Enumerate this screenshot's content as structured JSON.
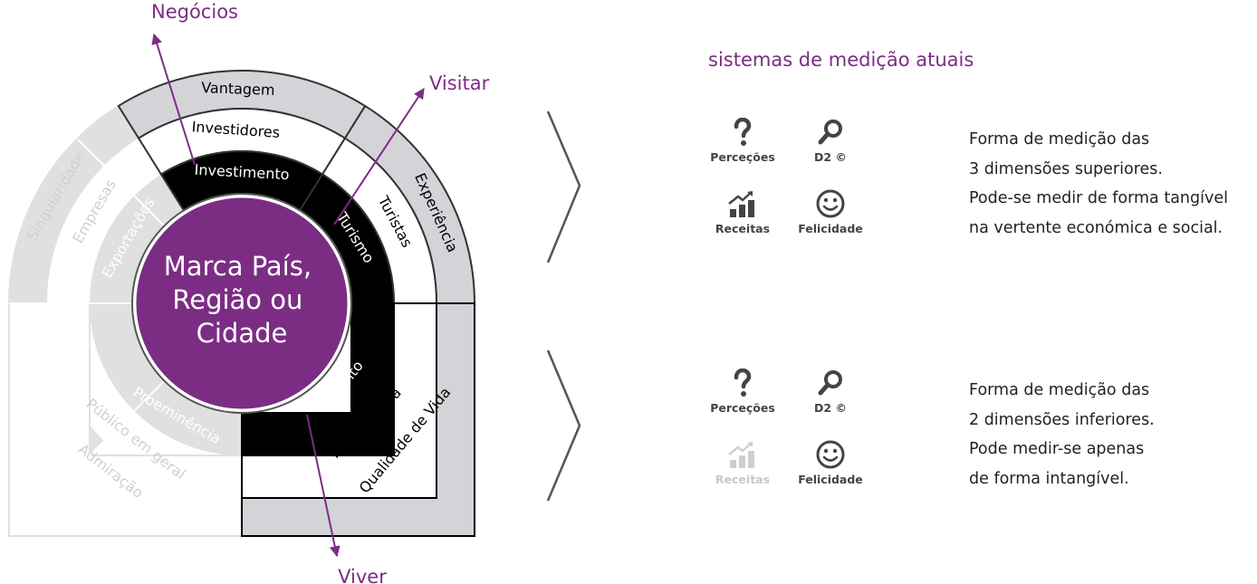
{
  "diagram": {
    "axes": {
      "top": "Negócios",
      "right": "Visitar",
      "bottom": "Viver"
    },
    "center": [
      "Marca País,",
      "Região ou",
      "Cidade"
    ],
    "segments": {
      "inner": [
        "Investimento",
        "Turismo",
        "Talento",
        "Proeminência",
        "Exportações"
      ],
      "middle": [
        "Investidores",
        "Turistas",
        "Mão de Obra",
        "Público em geral",
        "Empresas"
      ],
      "outer": [
        "Vantagem",
        "Experiência",
        "Qualidade de Vida",
        "Admiração",
        "Singularidade"
      ]
    },
    "colors": {
      "purple": "#7b2d84",
      "black": "#000000",
      "grey_fill": "#d3d3d8",
      "faded": "#e0e0e0"
    }
  },
  "panel": {
    "title": "sistemas de medição atuais",
    "groups": [
      {
        "metrics": [
          {
            "label": "Perceções",
            "icon": "question-icon",
            "enabled": true
          },
          {
            "label": "D2 ©",
            "icon": "magnifier-icon",
            "enabled": true
          },
          {
            "label": "Receitas",
            "icon": "bar-chart-growth-icon",
            "enabled": true
          },
          {
            "label": "Felicidade",
            "icon": "smiley-icon",
            "enabled": true
          }
        ],
        "description": [
          "Forma de medição das",
          "3 dimensões superiores.",
          "Pode-se medir de forma tangível",
          "na vertente económica e social."
        ]
      },
      {
        "metrics": [
          {
            "label": "Perceções",
            "icon": "question-icon",
            "enabled": true
          },
          {
            "label": "D2 ©",
            "icon": "magnifier-icon",
            "enabled": true
          },
          {
            "label": "Receitas",
            "icon": "bar-chart-growth-icon",
            "enabled": false
          },
          {
            "label": "Felicidade",
            "icon": "smiley-icon",
            "enabled": true
          }
        ],
        "description": [
          "Forma de medição das",
          "2 dimensões inferiores.",
          "Pode medir-se apenas",
          "de forma intangível."
        ]
      }
    ]
  }
}
